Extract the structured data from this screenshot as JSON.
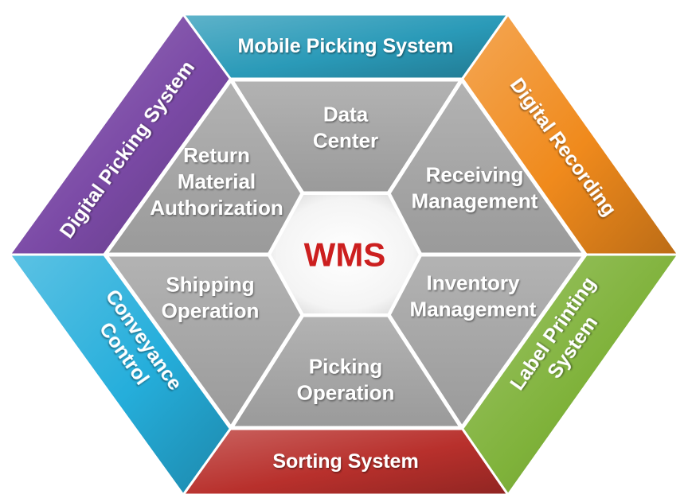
{
  "center": {
    "label": "WMS",
    "color": "#cc1f1f"
  },
  "inner_segments": [
    {
      "id": "data-center",
      "lines": [
        "Data",
        "Center"
      ]
    },
    {
      "id": "receiving-management",
      "lines": [
        "Receiving",
        "Management"
      ]
    },
    {
      "id": "inventory-management",
      "lines": [
        "Inventory",
        "Management"
      ]
    },
    {
      "id": "picking-operation",
      "lines": [
        "Picking",
        "Operation"
      ]
    },
    {
      "id": "shipping-operation",
      "lines": [
        "Shipping",
        "Operation"
      ]
    },
    {
      "id": "return-material-authorization",
      "lines": [
        "Return",
        "Material",
        "Authorization"
      ]
    }
  ],
  "outer_segments": [
    {
      "id": "mobile-picking-system",
      "lines": [
        "Mobile Picking System"
      ],
      "color": "#2a9ab8"
    },
    {
      "id": "digital-recording",
      "lines": [
        "Digital Recording"
      ],
      "color": "#f08a1c"
    },
    {
      "id": "label-printing-system",
      "lines": [
        "Label Printing",
        "System"
      ],
      "color": "#7fb23a"
    },
    {
      "id": "sorting-system",
      "lines": [
        "Sorting System"
      ],
      "color": "#b8302c"
    },
    {
      "id": "conveyance-control",
      "lines": [
        "Conveyance",
        "Control"
      ],
      "color": "#25aedb"
    },
    {
      "id": "digital-picking-system",
      "lines": [
        "Digital Picking System"
      ],
      "color": "#7b4aa6"
    }
  ],
  "colors": {
    "inner_fill": "#a6a6a6",
    "inner_stroke": "#ffffff",
    "center_fill": "#ffffff"
  }
}
